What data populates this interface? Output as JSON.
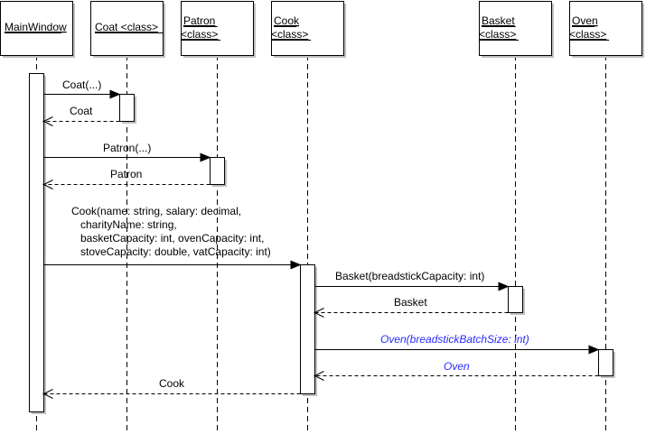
{
  "diagram": {
    "type": "sequence",
    "colors": {
      "line": "#000000",
      "shadow": "#c0c0c0",
      "highlight_text": "#2a2aff",
      "box_fill": "#ffffff"
    },
    "participants": [
      {
        "id": "mainwindow",
        "lines": [
          "MainWindow"
        ]
      },
      {
        "id": "coat",
        "lines": [
          "Coat <class>"
        ]
      },
      {
        "id": "patron",
        "lines": [
          "Patron",
          "<class>"
        ]
      },
      {
        "id": "cook",
        "lines": [
          "Cook",
          "<class>"
        ]
      },
      {
        "id": "basket",
        "lines": [
          "Basket",
          "<class>"
        ]
      },
      {
        "id": "oven",
        "lines": [
          "Oven",
          "<class>"
        ]
      }
    ],
    "messages": [
      {
        "from": "mainwindow",
        "to": "coat",
        "kind": "call",
        "lines": [
          "Coat(...)"
        ],
        "highlight": false
      },
      {
        "from": "coat",
        "to": "mainwindow",
        "kind": "return",
        "lines": [
          "Coat"
        ],
        "highlight": false
      },
      {
        "from": "mainwindow",
        "to": "patron",
        "kind": "call",
        "lines": [
          "Patron(...)"
        ],
        "highlight": false
      },
      {
        "from": "patron",
        "to": "mainwindow",
        "kind": "return",
        "lines": [
          "Patron"
        ],
        "highlight": false
      },
      {
        "from": "mainwindow",
        "to": "cook",
        "kind": "call",
        "lines": [
          "Cook(name: string, salary: decimal,",
          "   charityName: string,",
          "   basketCapacity: int, ovenCapacity: int,",
          "   stoveCapacity: double, vatCapacity: int)"
        ],
        "highlight": false
      },
      {
        "from": "cook",
        "to": "basket",
        "kind": "call",
        "lines": [
          "Basket(breadstickCapacity: int)"
        ],
        "highlight": false
      },
      {
        "from": "basket",
        "to": "cook",
        "kind": "return",
        "lines": [
          "Basket"
        ],
        "highlight": false
      },
      {
        "from": "cook",
        "to": "oven",
        "kind": "call",
        "lines": [
          "Oven(breadstickBatchSize: int)"
        ],
        "highlight": true
      },
      {
        "from": "oven",
        "to": "cook",
        "kind": "return",
        "lines": [
          "Oven"
        ],
        "highlight": true
      },
      {
        "from": "cook",
        "to": "mainwindow",
        "kind": "return",
        "lines": [
          "Cook"
        ],
        "highlight": false
      }
    ]
  }
}
